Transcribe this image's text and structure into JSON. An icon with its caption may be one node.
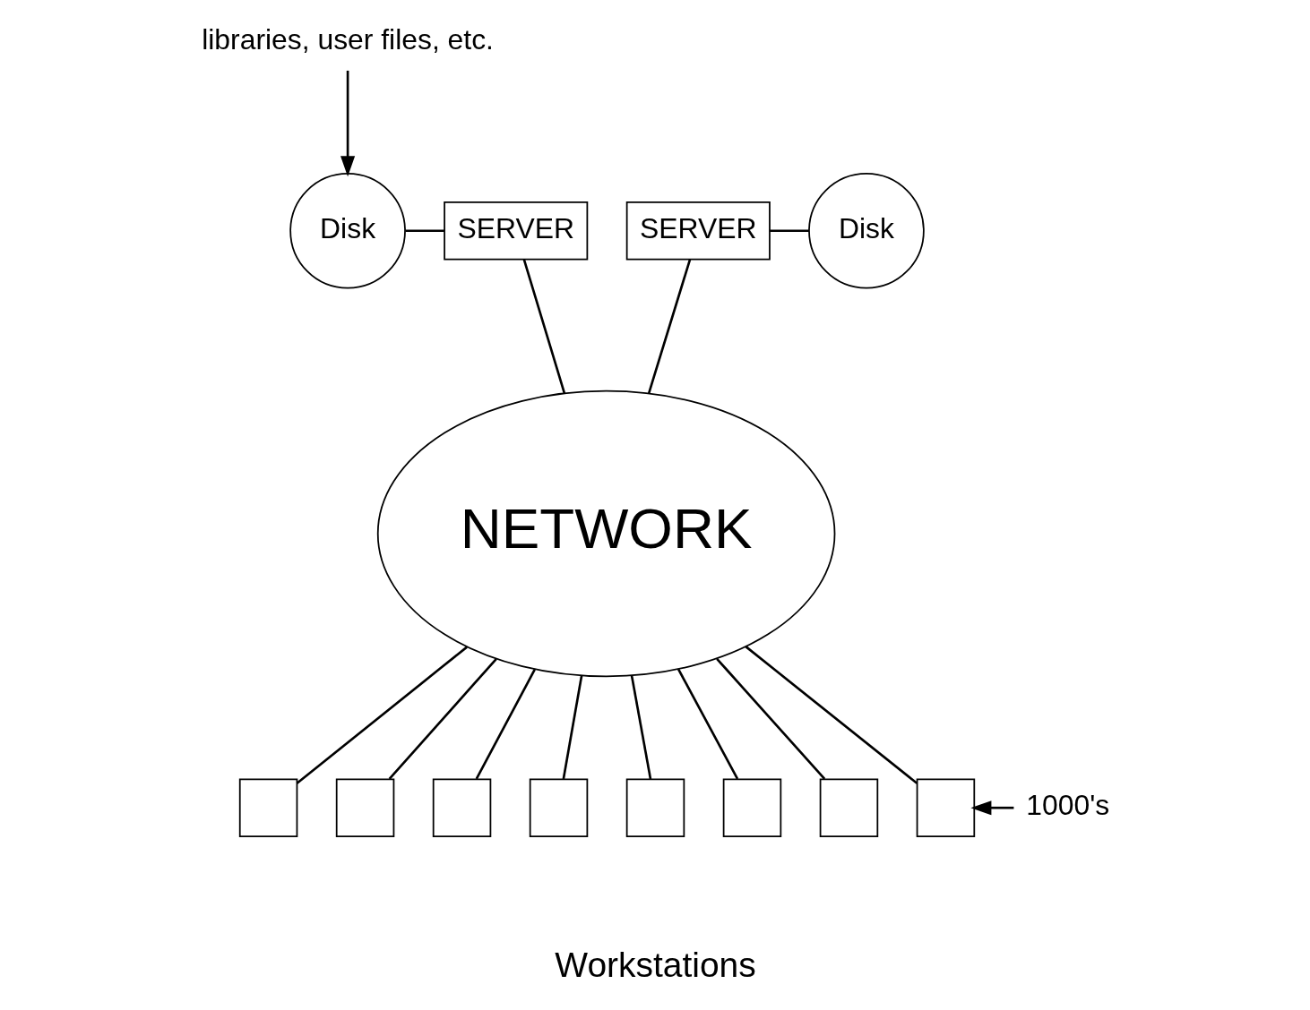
{
  "diagram": {
    "nodes": [
      {
        "text": [
          "Disk"
        ]
      },
      {
        "text": [
          "SERVER"
        ]
      },
      {
        "text": [
          "SERVER"
        ]
      },
      {
        "text": [
          "Disk"
        ]
      },
      {
        "text": [
          "NETWORK"
        ]
      },
      {
        "text": [],
        "shape": "box"
      },
      {
        "text": [],
        "shape": "box"
      },
      {
        "text": [],
        "shape": "box"
      },
      {
        "text": [],
        "shape": "box"
      },
      {
        "text": [],
        "shape": "box"
      },
      {
        "text": [],
        "shape": "box"
      },
      {
        "text": [],
        "shape": "box"
      },
      {
        "text": [],
        "shape": "box"
      },
      {
        "text": [
          "libraries, user files, etc."
        ]
      },
      {
        "text": [
          "1000's"
        ]
      }
    ],
    "edges": [
      {
        "from": 0,
        "to": 1,
        "arrow": "none"
      },
      {
        "from": 1,
        "to": 4,
        "arrow": "none"
      },
      {
        "from": 2,
        "to": 4,
        "arrow": "none"
      },
      {
        "from": 2,
        "to": 3,
        "arrow": "none"
      },
      {
        "from": 4,
        "to": 5,
        "arrow": "none"
      },
      {
        "from": 4,
        "to": 6,
        "arrow": "none"
      },
      {
        "from": 4,
        "to": 7,
        "arrow": "none"
      },
      {
        "from": 4,
        "to": 8,
        "arrow": "none"
      },
      {
        "from": 4,
        "to": 9,
        "arrow": "none"
      },
      {
        "from": 4,
        "to": 10,
        "arrow": "none"
      },
      {
        "from": 4,
        "to": 11,
        "arrow": "none"
      },
      {
        "from": 4,
        "to": 12,
        "arrow": "none"
      },
      {
        "from": 13,
        "to": 0,
        "arrow": "to"
      },
      {
        "from": 14,
        "to": 12,
        "arrow": "to"
      }
    ],
    "labels": [
      "Workstations"
    ]
  }
}
